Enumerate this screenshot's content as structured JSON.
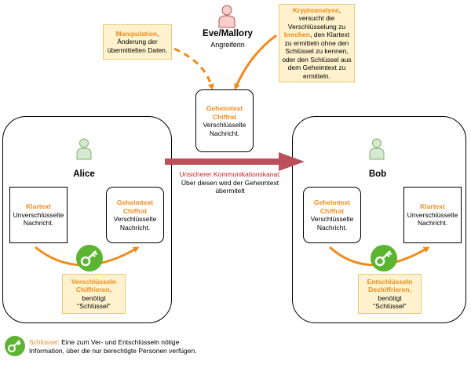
{
  "eve": {
    "name": "Eve/Mallory",
    "role": "Angreiferin"
  },
  "manipulation": {
    "title": "Manipulation",
    "text": "Änderung der übermittelten Daten."
  },
  "kryptoanalyse": {
    "title": "Kryptoanalyse",
    "pre": "versucht die Verschlüsselung zu",
    "highlight": "brechen",
    "post": "den Klartext zu ermitteln ohne den Schlüssel zu kennen, oder den Schlüssel aus dem Geheimtext zu ermitteln."
  },
  "intercepted": {
    "line1": "Geheimtext",
    "line2": "Chiffrat",
    "text": "Verschlüsselte Nachricht."
  },
  "channel": {
    "title": "Unsicherer Kommunikationskanal:",
    "text": "Über diesen wird der Geheimtext übermitelt"
  },
  "alice": {
    "name": "Alice",
    "plain": {
      "title": "Klartext",
      "text": "Unverschlüsselte Nachricht."
    },
    "cipher": {
      "line1": "Geheimtext",
      "line2": "Chiffrat",
      "text": "Verschlüsselte Nachricht."
    },
    "action": {
      "line1": "Verschlüsseln",
      "line2": "Chiffrieren,",
      "text1": "benötigt",
      "text2": "\"Schlüssel\""
    }
  },
  "bob": {
    "name": "Bob",
    "plain": {
      "title": "Klartext",
      "text": "Unverschlüsselte Nachricht."
    },
    "cipher": {
      "line1": "Geheimtext",
      "line2": "Chiffrat",
      "text": "Verschlüsselte Nachricht."
    },
    "action": {
      "line1": "Entschlüsseln",
      "line2": "Dechiffrieren,",
      "text1": "benötigt",
      "text2": "\"Schlüssel\""
    }
  },
  "legend": {
    "title": "Schlüssel:",
    "text": "Eine zum Ver- und Entschlüsseln nötige Information, über die nur berechtigte Personen verfügen."
  },
  "colors": {
    "orange": "#f08c1e",
    "red_arrow": "#b9505a",
    "note_fill": "#fff2cc",
    "key_green": "#5cb531",
    "person_green": "#d5e8d4",
    "person_red": "#f8cecc"
  },
  "icons": [
    "person-icon",
    "key-icon"
  ]
}
